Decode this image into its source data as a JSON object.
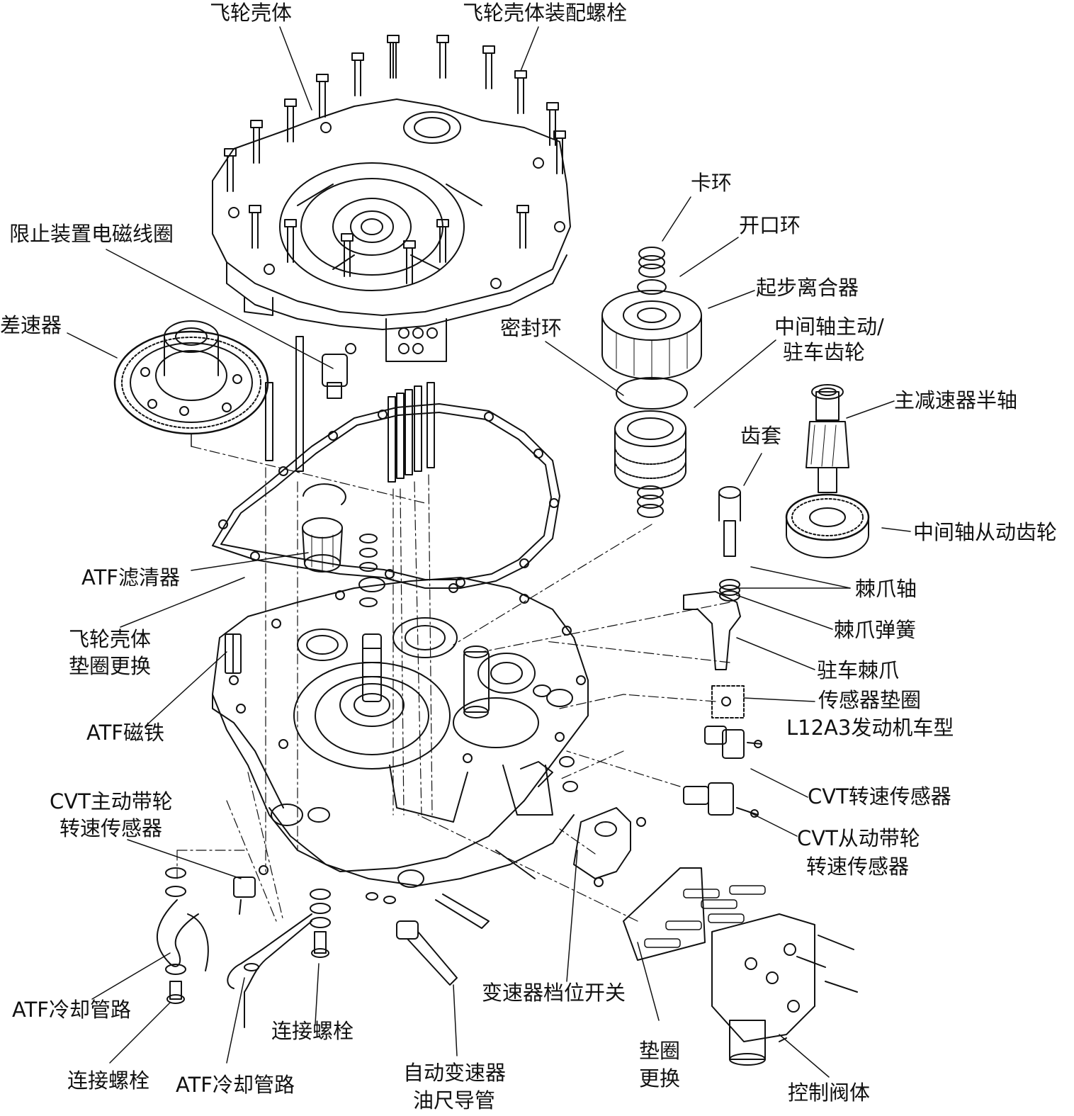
{
  "diagram": {
    "labels": {
      "flywheel_housing": "飞轮壳体",
      "flywheel_housing_bolts": "飞轮壳体装配螺栓",
      "snap_ring": "卡环",
      "split_ring": "开口环",
      "start_clutch": "起步离合器",
      "seal_ring": "密封环",
      "countershaft_drive_gear_line1": "中间轴主动/",
      "countershaft_drive_gear_line2": "驻车齿轮",
      "final_drive_shaft": "主减速器半轴",
      "gear_sleeve": "齿套",
      "countershaft_driven_gear": "中间轴从动齿轮",
      "pawl_shaft": "棘爪轴",
      "pawl_spring": "棘爪弹簧",
      "park_pawl": "驻车棘爪",
      "sensor_washer": "传感器垫圈",
      "l12a3_model": "L12A3发动机车型",
      "cvt_speed_sensor": "CVT转速传感器",
      "cvt_driven_pulley_line1": "CVT从动带轮",
      "cvt_driven_pulley_line2": "转速传感器",
      "lock_solenoid": "限止装置电磁线圈",
      "differential": "差速器",
      "atf_filter": "ATF滤清器",
      "flywheel_gasket_line1": "飞轮壳体",
      "flywheel_gasket_line2": "垫圈更换",
      "atf_magnet": "ATF磁铁",
      "cvt_drive_pulley_line1": "CVT主动带轮",
      "cvt_drive_pulley_line2": "转速传感器",
      "atf_cooler_line_left": "ATF冷却管路",
      "joint_bolt_left": "连接螺栓",
      "atf_cooler_line_bottom": "ATF冷却管路",
      "joint_bolt_center": "连接螺栓",
      "dipstick_tube_line1": "自动变速器",
      "dipstick_tube_line2": "油尺导管",
      "range_switch": "变速器档位开关",
      "gasket_replace_line1": "垫圈",
      "gasket_replace_line2": "更换",
      "control_valve_body": "控制阀体"
    }
  }
}
